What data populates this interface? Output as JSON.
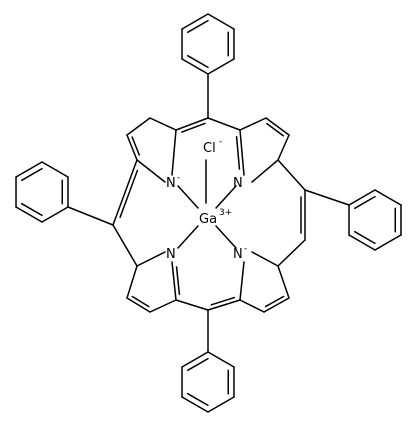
{
  "molecule": {
    "atoms": {
      "chlorine": {
        "symbol": "Cl",
        "charge": "-"
      },
      "gallium": {
        "symbol": "Ga",
        "charge": "3+"
      },
      "nitrogen_top_left": {
        "symbol": "N",
        "charge": "-"
      },
      "nitrogen_top_right": {
        "symbol": "N",
        "charge": ""
      },
      "nitrogen_bottom_left": {
        "symbol": "N",
        "charge": ""
      },
      "nitrogen_bottom_right": {
        "symbol": "N",
        "charge": "-"
      }
    }
  }
}
